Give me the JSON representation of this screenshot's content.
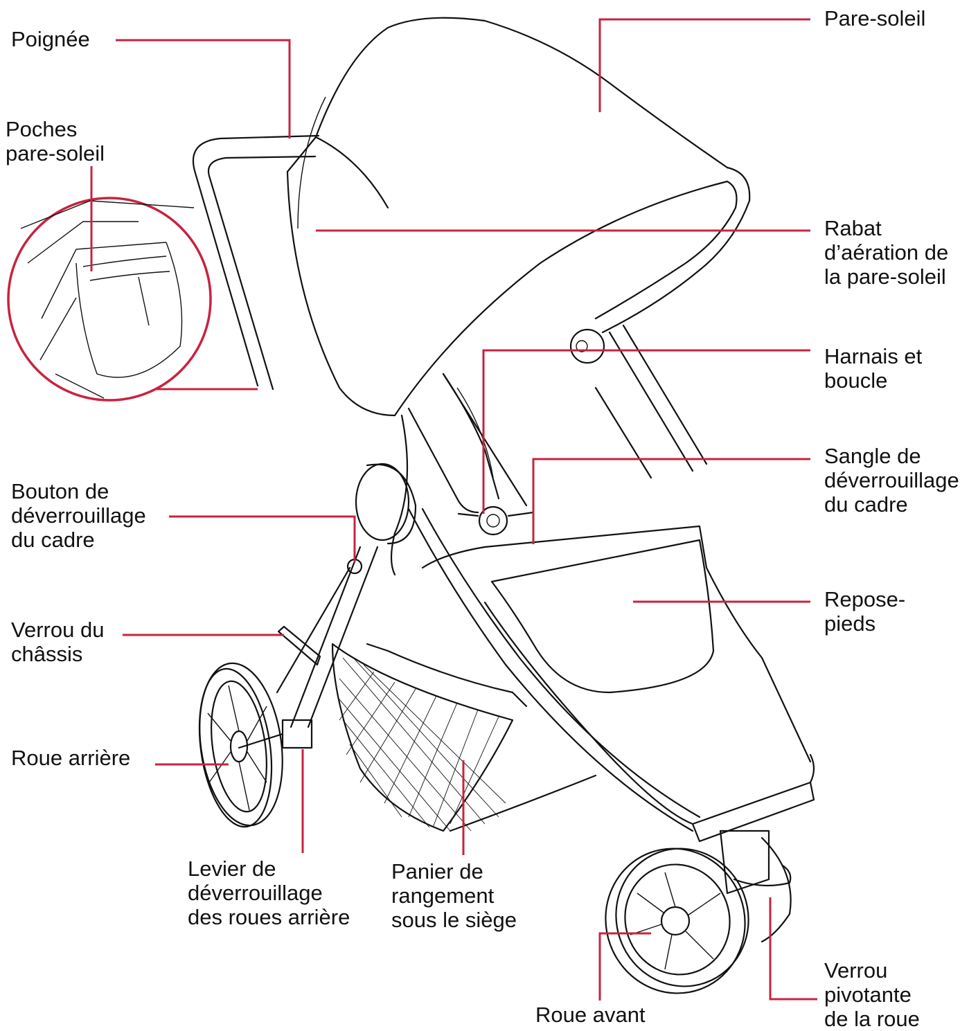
{
  "colors": {
    "leader": "#c8233f",
    "outline": "#111111",
    "background": "#ffffff"
  },
  "labels": {
    "handle": "Poignée",
    "canopy_pockets": "Poches\npare-soleil",
    "frame_release_button": "Bouton de\ndéverrouillage\ndu cadre",
    "frame_lock": "Verrou du\nchâssis",
    "rear_wheel": "Roue arrière",
    "rear_brake_lever": "Levier de\ndéverrouillage\ndes roues arrière",
    "storage_basket": "Panier de\nrangement\nsous le siège",
    "front_wheel": "Roue avant",
    "canopy": "Pare-soleil",
    "canopy_vent": "Rabat\nd’aération de\nla pare-soleil",
    "harness_buckle": "Harnais et\nboucle",
    "frame_release_strap": "Sangle de\ndéverrouillage\ndu cadre",
    "footrest": "Repose-\npieds",
    "swivel_lock": "Verrou\npivotante\nde la roue"
  }
}
